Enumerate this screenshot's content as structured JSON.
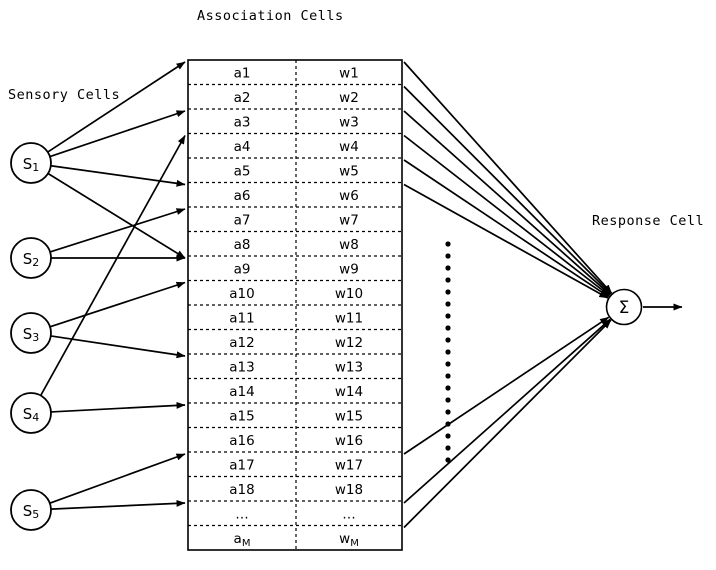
{
  "diagram": {
    "title": "Association Cells",
    "sensory_label": "Sensory Cells",
    "response_label": "Response Cell",
    "response_symbol": "Σ",
    "colors": {
      "stroke": "#000000",
      "background": "#ffffff",
      "text": "#000000"
    },
    "sensory_cells": [
      {
        "base": "S",
        "sub": "1"
      },
      {
        "base": "S",
        "sub": "2"
      },
      {
        "base": "S",
        "sub": "3"
      },
      {
        "base": "S",
        "sub": "4"
      },
      {
        "base": "S",
        "sub": "5"
      }
    ],
    "table": {
      "columns": [
        "a",
        "w"
      ],
      "rows": [
        {
          "a": "a1",
          "w": "w1"
        },
        {
          "a": "a2",
          "w": "w2"
        },
        {
          "a": "a3",
          "w": "w3"
        },
        {
          "a": "a4",
          "w": "w4"
        },
        {
          "a": "a5",
          "w": "w5"
        },
        {
          "a": "a6",
          "w": "w6"
        },
        {
          "a": "a7",
          "w": "w7"
        },
        {
          "a": "a8",
          "w": "w8"
        },
        {
          "a": "a9",
          "w": "w9"
        },
        {
          "a": "a10",
          "w": "w10"
        },
        {
          "a": "a11",
          "w": "w11"
        },
        {
          "a": "a12",
          "w": "w12"
        },
        {
          "a": "a13",
          "w": "w13"
        },
        {
          "a": "a14",
          "w": "w14"
        },
        {
          "a": "a15",
          "w": "w15"
        },
        {
          "a": "a16",
          "w": "w16"
        },
        {
          "a": "a17",
          "w": "w17"
        },
        {
          "a": "a18",
          "w": "w18"
        },
        {
          "a": "…",
          "w": "…"
        },
        {
          "a": "aM",
          "w": "wM",
          "a_base": "a",
          "a_sub": "M",
          "w_base": "w",
          "w_sub": "M"
        }
      ]
    },
    "ellipsis_dots": {
      "orientation": "vertical",
      "count": 19
    }
  }
}
